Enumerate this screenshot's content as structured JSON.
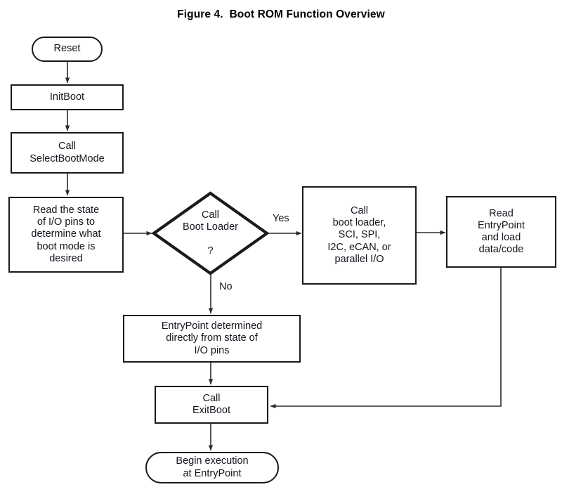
{
  "figure": {
    "title": "Figure 4.  Boot ROM Function Overview",
    "type": "flowchart",
    "colors": {
      "stroke": "#1a1a1a",
      "text": "#15151f",
      "background": "#ffffff",
      "connector": "#2b2b2b"
    }
  },
  "nodes": {
    "reset": {
      "id": "reset",
      "shape": "terminal",
      "label": "Reset"
    },
    "init_boot": {
      "id": "init_boot",
      "shape": "process",
      "label": "InitBoot"
    },
    "select_boot_mode": {
      "id": "select_boot_mode",
      "shape": "process",
      "label": "Call\nSelectBootMode"
    },
    "read_io_pins": {
      "id": "read_io_pins",
      "shape": "process",
      "label": "Read the state\nof I/O pins to\ndetermine what\nboot mode is\ndesired"
    },
    "call_boot_loader_decision": {
      "id": "call_boot_loader_decision",
      "shape": "decision",
      "label": "Call\nBoot Loader\n\n?"
    },
    "boot_loader_peripherals": {
      "id": "boot_loader_peripherals",
      "shape": "process",
      "label": "Call\nboot loader,\nSCI, SPI,\nI2C, eCAN, or\nparallel I/O"
    },
    "read_entrypoint_load": {
      "id": "read_entrypoint_load",
      "shape": "process",
      "label": "Read\nEntryPoint\nand load\ndata/code"
    },
    "entrypoint_from_pins": {
      "id": "entrypoint_from_pins",
      "shape": "process",
      "label": "EntryPoint determined\ndirectly from state of\nI/O pins"
    },
    "exit_boot": {
      "id": "exit_boot",
      "shape": "process",
      "label": "Call\nExitBoot"
    },
    "begin_execution": {
      "id": "begin_execution",
      "shape": "terminal",
      "label": "Begin execution\nat EntryPoint"
    }
  },
  "edge_labels": {
    "yes": "Yes",
    "no": "No"
  },
  "edges": [
    {
      "from": "reset",
      "to": "init_boot",
      "label": ""
    },
    {
      "from": "init_boot",
      "to": "select_boot_mode",
      "label": ""
    },
    {
      "from": "select_boot_mode",
      "to": "read_io_pins",
      "label": ""
    },
    {
      "from": "read_io_pins",
      "to": "call_boot_loader_decision",
      "label": ""
    },
    {
      "from": "call_boot_loader_decision",
      "to": "boot_loader_peripherals",
      "label": "Yes"
    },
    {
      "from": "call_boot_loader_decision",
      "to": "entrypoint_from_pins",
      "label": "No"
    },
    {
      "from": "boot_loader_peripherals",
      "to": "read_entrypoint_load",
      "label": ""
    },
    {
      "from": "read_entrypoint_load",
      "to": "exit_boot",
      "label": ""
    },
    {
      "from": "entrypoint_from_pins",
      "to": "exit_boot",
      "label": ""
    },
    {
      "from": "exit_boot",
      "to": "begin_execution",
      "label": ""
    }
  ]
}
